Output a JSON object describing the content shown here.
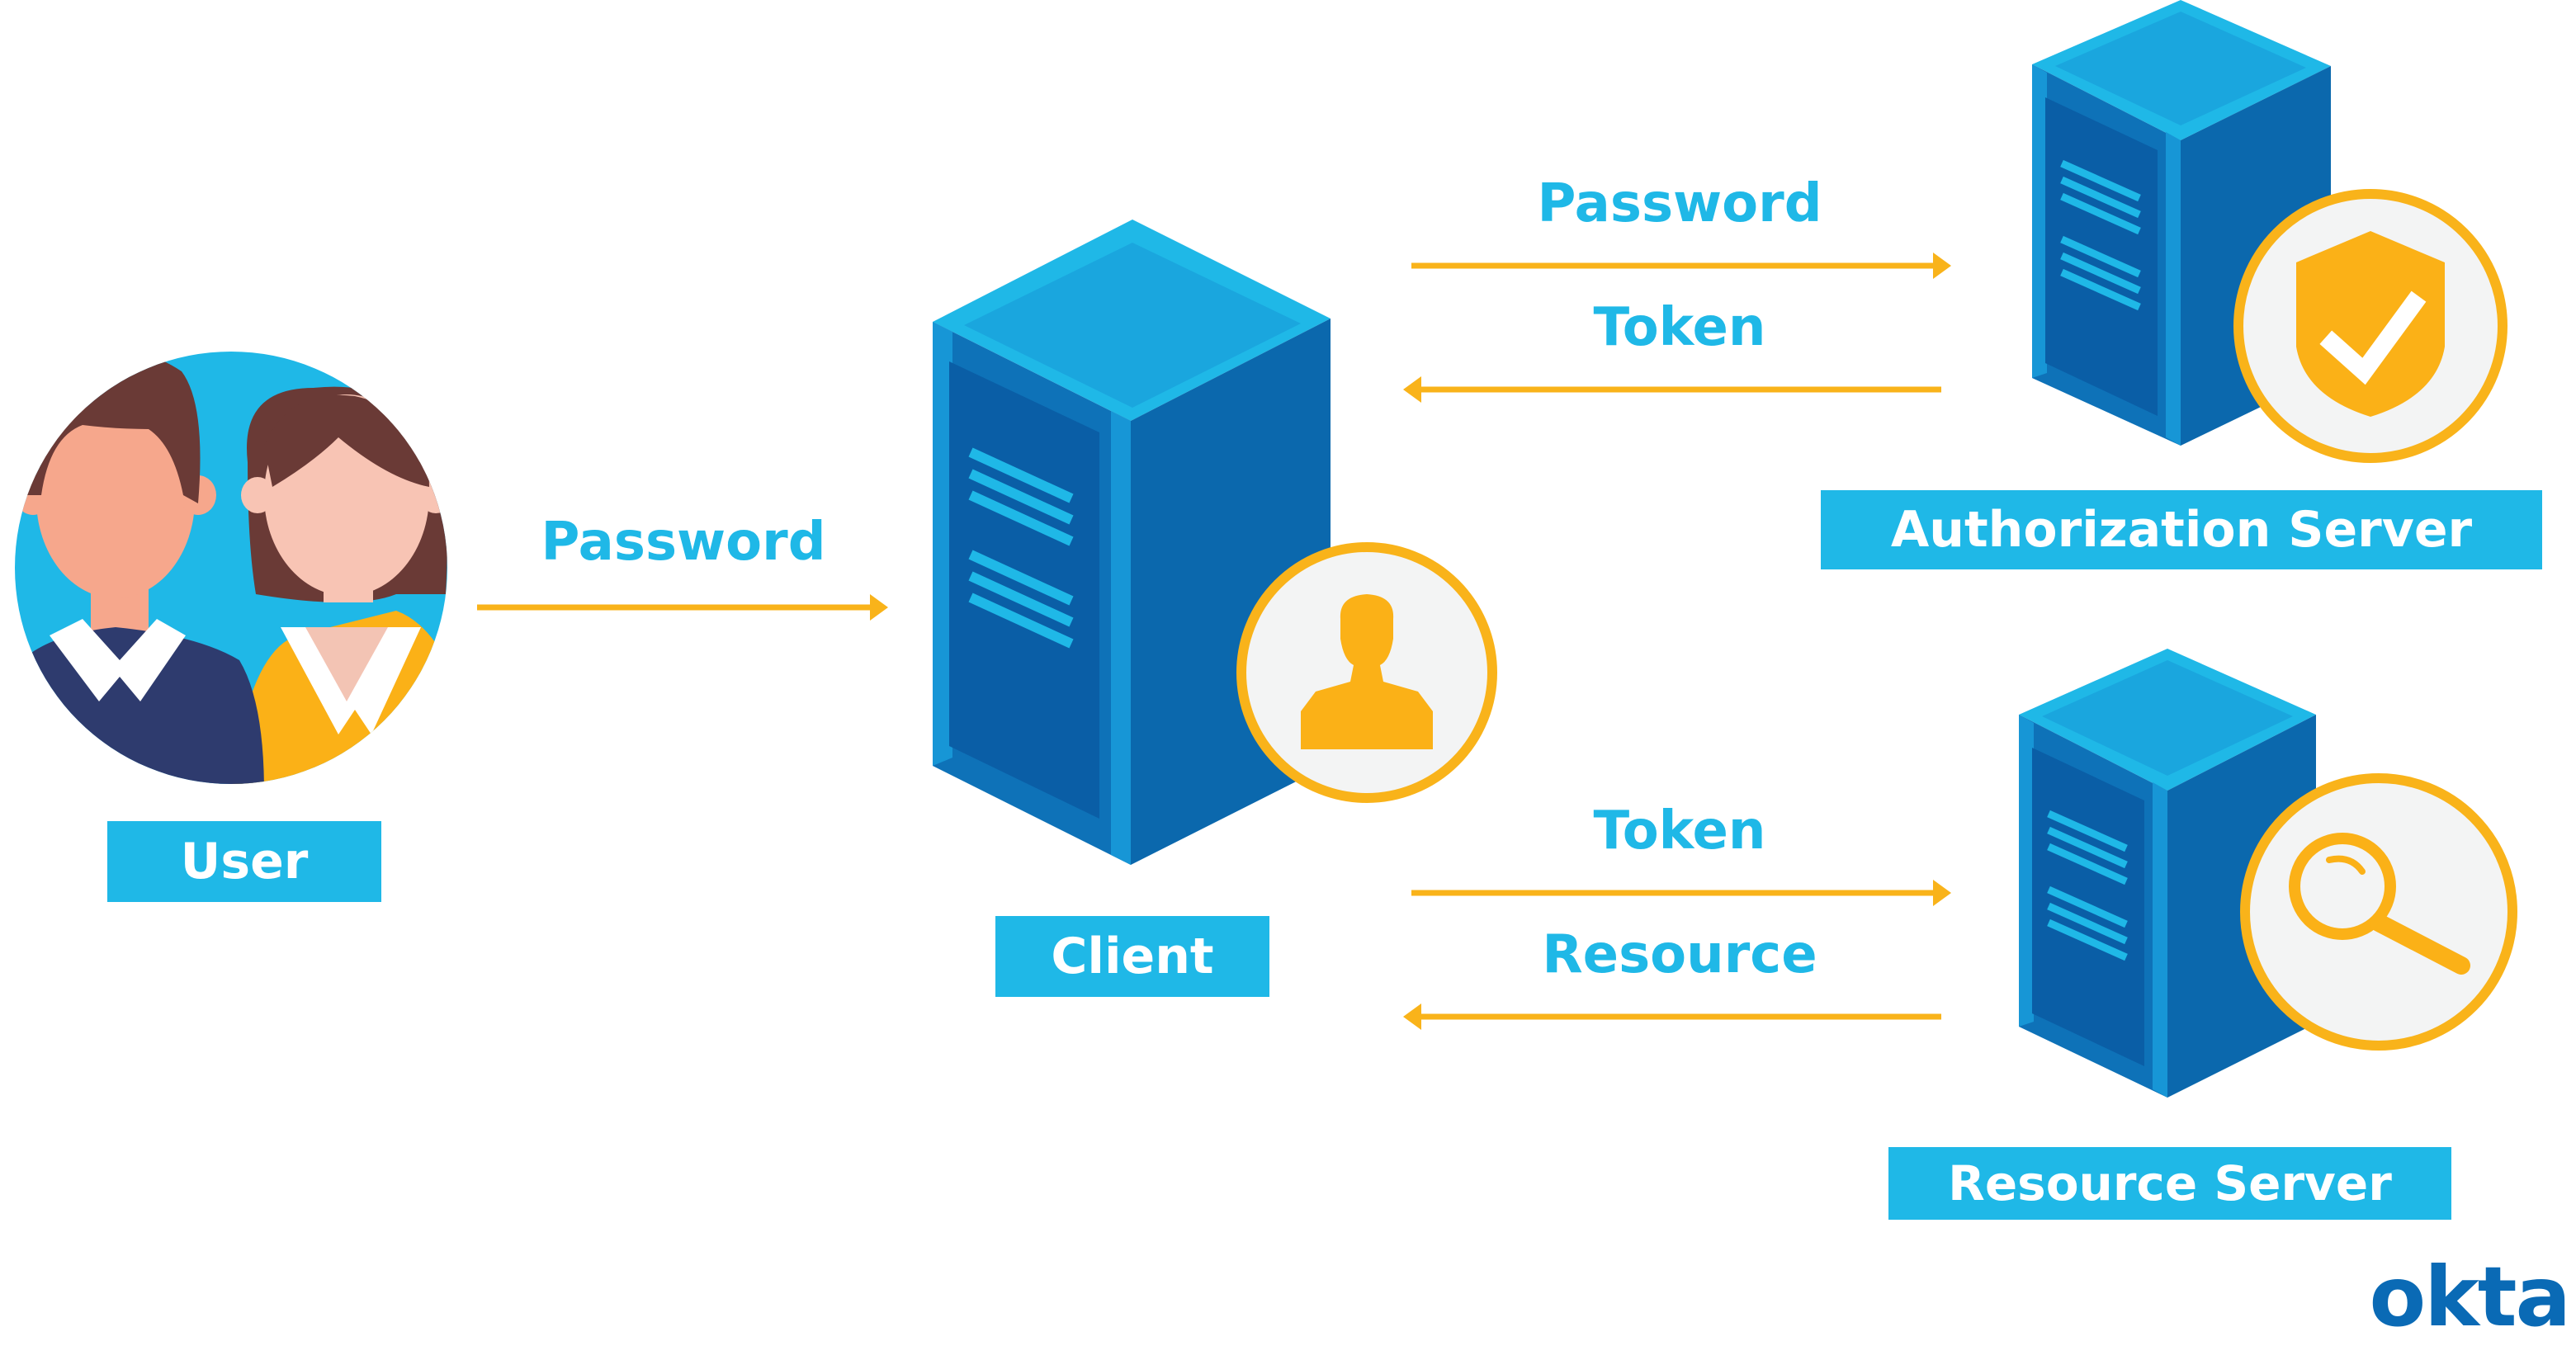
{
  "colors": {
    "label_bg": "#1fb8e7",
    "arrow": "#f9b31a",
    "server_top": "#1fb8e7",
    "server_front": "#0e72b8",
    "server_side": "#0b68ad",
    "server_edge": "#1796d6",
    "badge_fill": "#f3f4f4",
    "badge_ring": "#f9b31a",
    "logo": "#0a6ab5"
  },
  "nodes": {
    "user": {
      "label": "User"
    },
    "client": {
      "label": "Client",
      "badge_icon": "person-icon"
    },
    "auth_server": {
      "label": "Authorization Server",
      "badge_icon": "shield-check-icon"
    },
    "resource_server": {
      "label": "Resource Server",
      "badge_icon": "magnifier-icon"
    }
  },
  "edges": [
    {
      "id": "user-to-client",
      "from": "User",
      "to": "Client",
      "label": "Password"
    },
    {
      "id": "client-to-auth",
      "from": "Client",
      "to": "Authorization Server",
      "label": "Password"
    },
    {
      "id": "auth-to-client",
      "from": "Authorization Server",
      "to": "Client",
      "label": "Token"
    },
    {
      "id": "client-to-resource",
      "from": "Client",
      "to": "Resource Server",
      "label": "Token"
    },
    {
      "id": "resource-to-client",
      "from": "Resource Server",
      "to": "Client",
      "label": "Resource"
    }
  ],
  "logo": {
    "text": "okta"
  }
}
